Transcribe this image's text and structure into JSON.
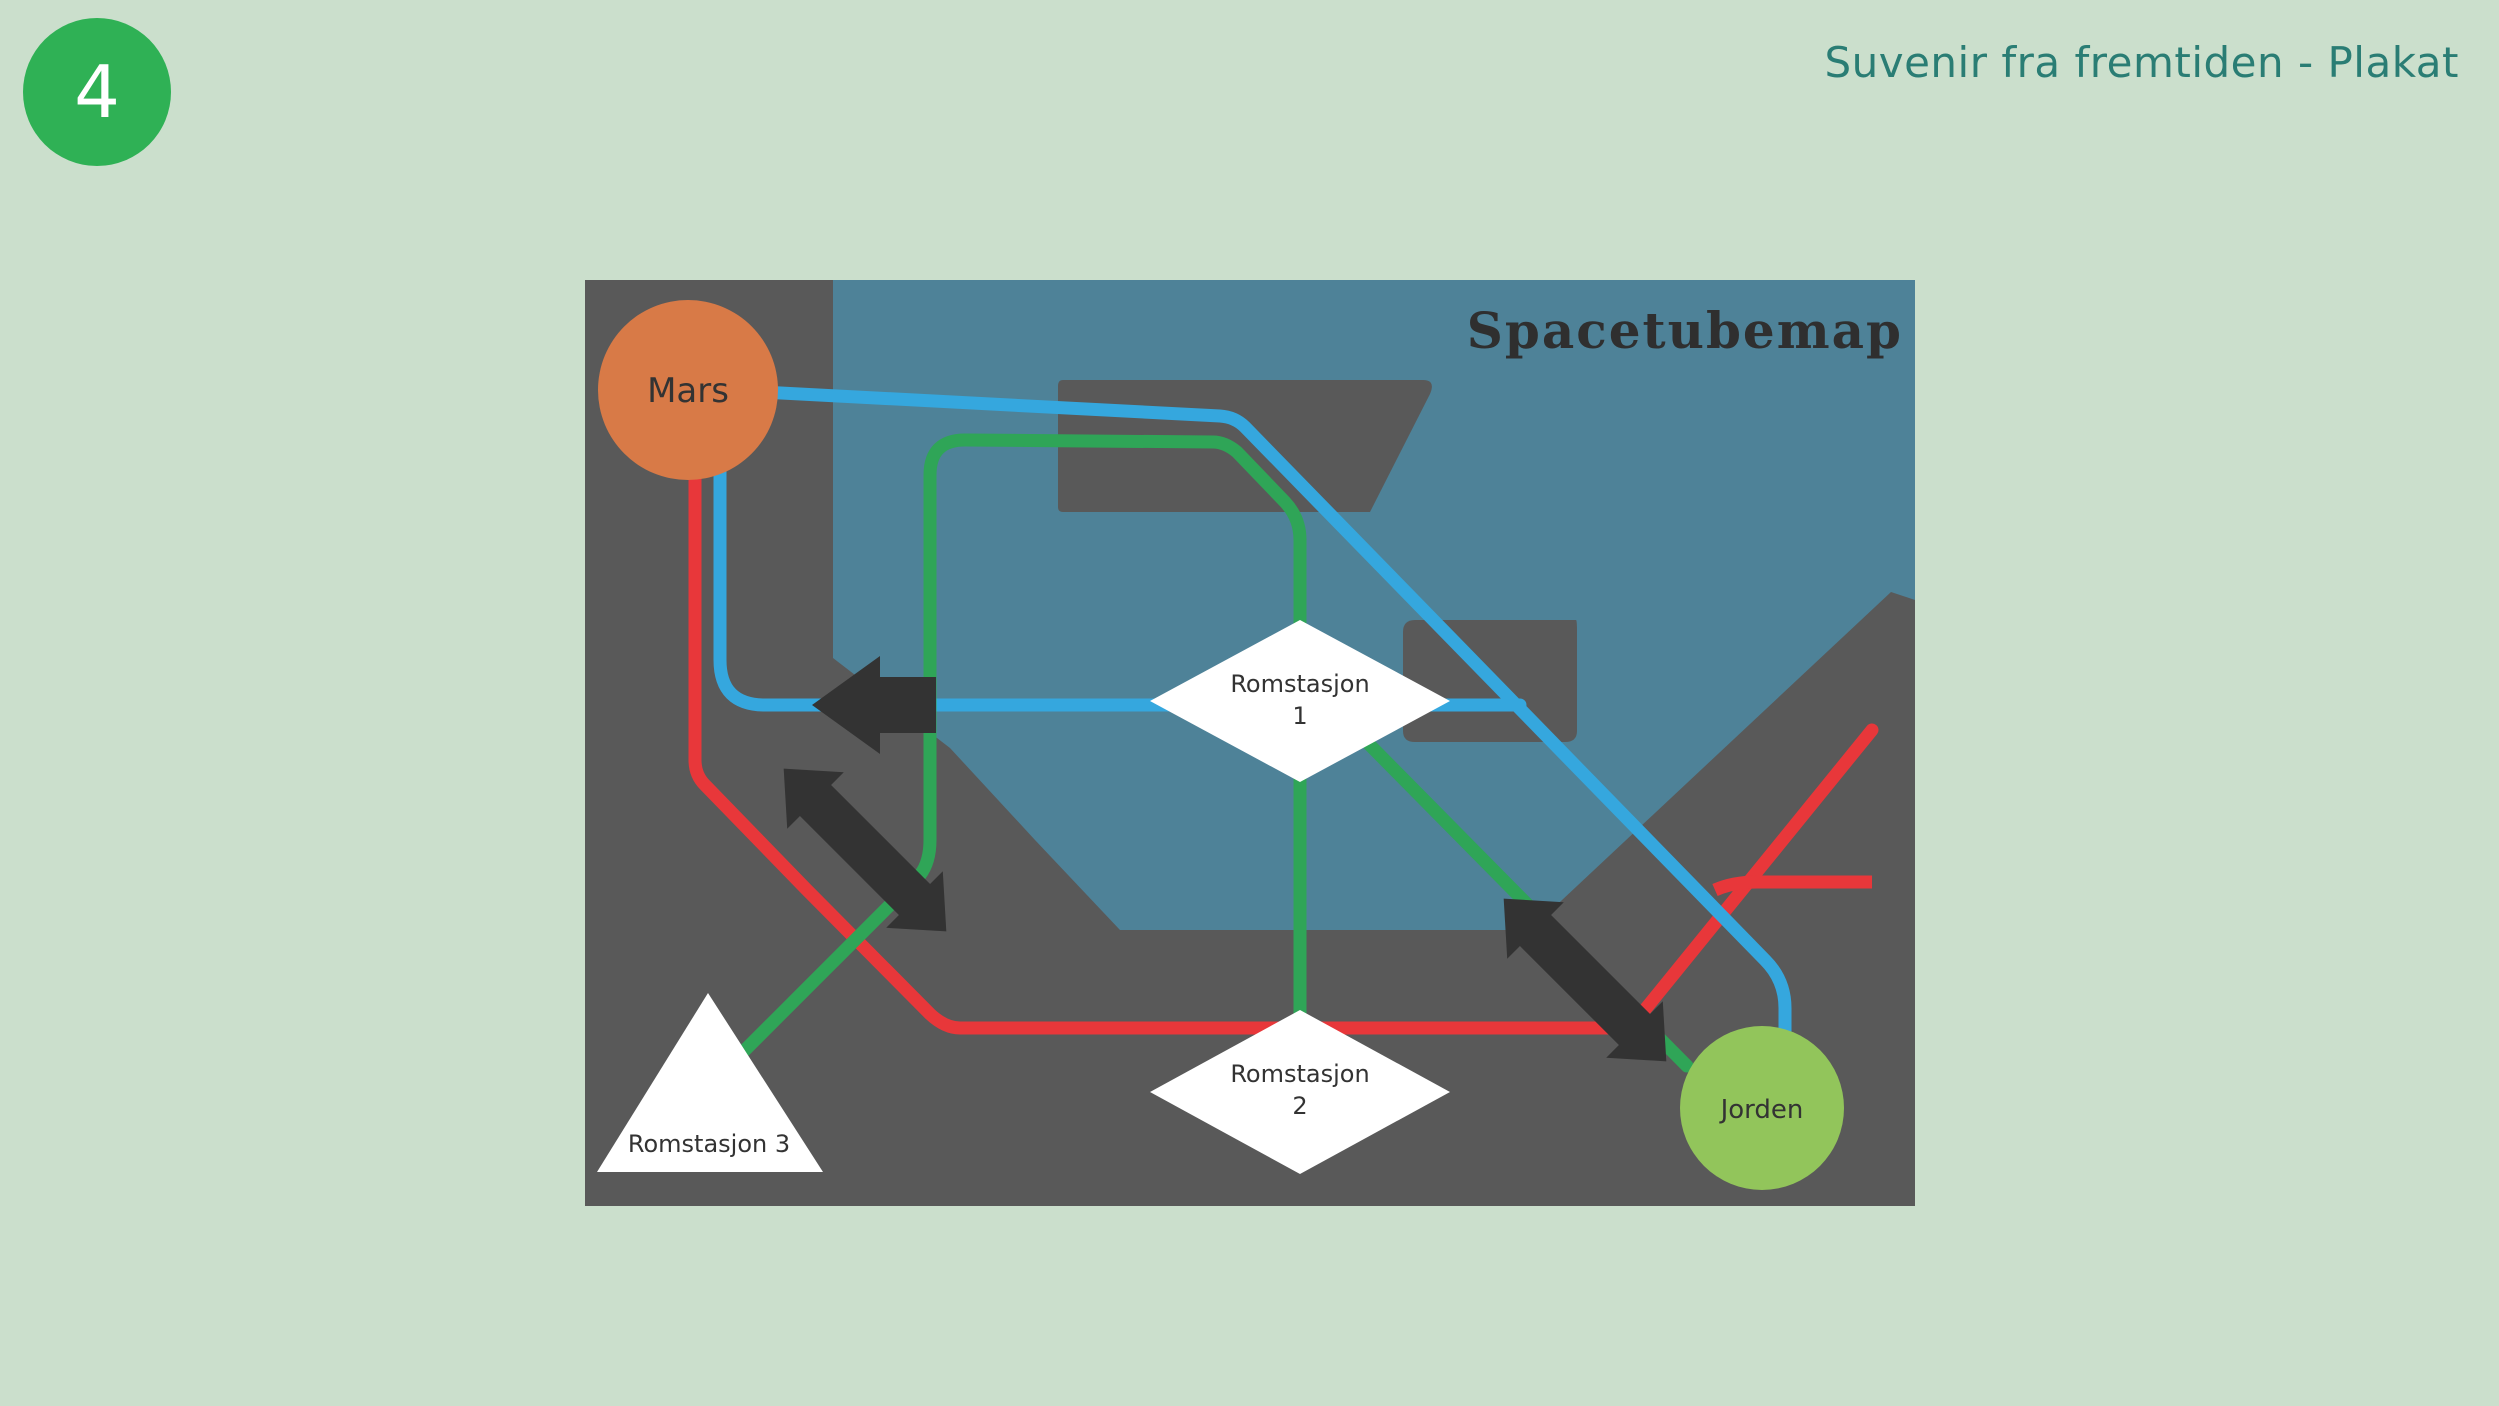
{
  "slide": {
    "number": "4",
    "title": "Suvenir fra fremtiden - Plakat"
  },
  "map": {
    "title": "Spacetubemap",
    "stations": {
      "mars": "Mars",
      "station1_line1": "Romstasjon",
      "station1_line2": "1",
      "station2_line1": "Romstasjon",
      "station2_line2": "2",
      "station3": "Romstasjon 3",
      "earth": "Jorden"
    },
    "colors": {
      "background": "#595959",
      "space": "#4e8298",
      "line_red": "#e8373a",
      "line_blue": "#35a7de",
      "line_green": "#2fa557",
      "mars": "#d87a47",
      "earth": "#92c55b",
      "arrow": "#333333",
      "station": "#ffffff"
    }
  }
}
